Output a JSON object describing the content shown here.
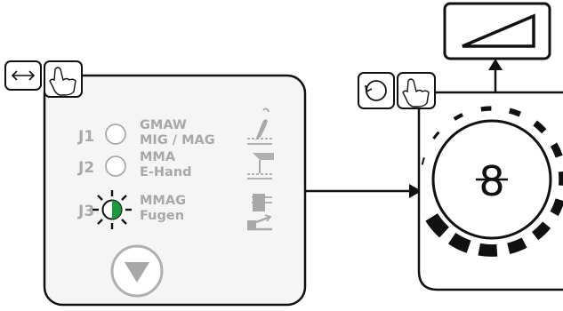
{
  "modes": [
    {
      "id": "J1",
      "label_line1": "GMAW",
      "label_line2": "MIG / MAG",
      "indicator": "off",
      "process_icon": "mig-torch-icon"
    },
    {
      "id": "J2",
      "label_line1": "MMA",
      "label_line2": "E-Hand",
      "indicator": "off",
      "process_icon": "electrode-holder-icon"
    },
    {
      "id": "J3",
      "label_line1": "MMAG",
      "label_line2": "Fugen",
      "indicator": "on",
      "process_icon": "gouging-torch-icon"
    }
  ],
  "knob_symbol": "8",
  "colors": {
    "active_led": "#1a9a3a",
    "inactive_text": "#a8a8a8",
    "line": "#111111"
  },
  "icons": {
    "mode_selector_hint": [
      "double-arrow-icon",
      "hand-press-icon"
    ],
    "knob_hint": [
      "rotate-icon",
      "hand-press-icon"
    ],
    "down_button": "triangle-down-icon",
    "display": "ramp-triangle-icon"
  }
}
